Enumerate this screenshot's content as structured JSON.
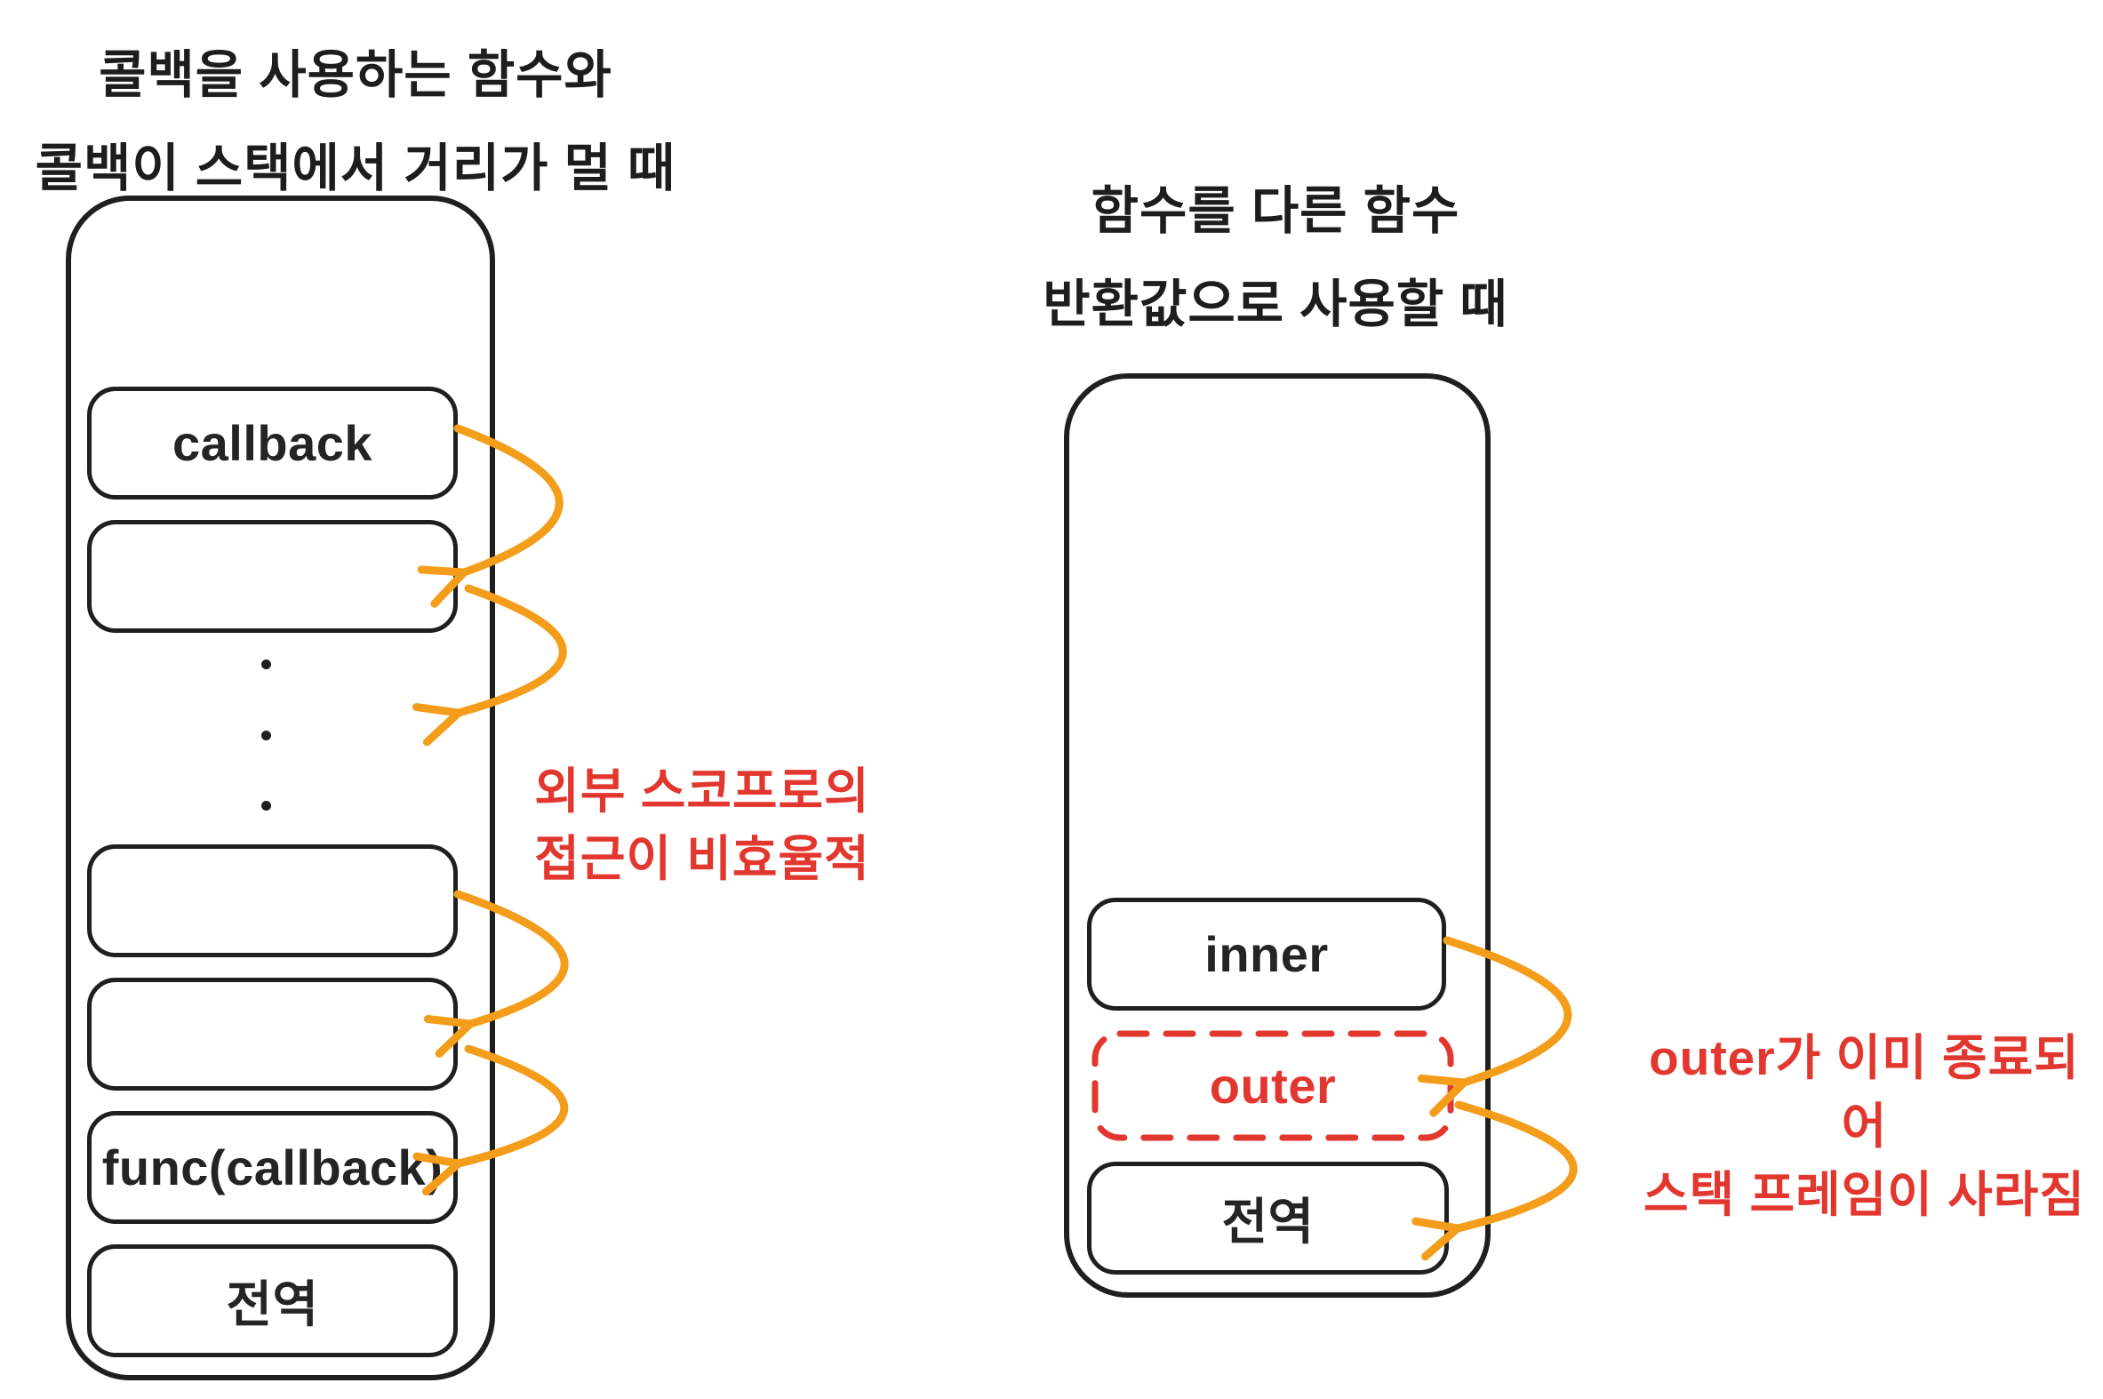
{
  "left": {
    "title_line1": "콜백을 사용하는 함수와",
    "title_line2": "콜백이 스택에서 거리가 멀 때",
    "frames": [
      {
        "id": "callback",
        "label": "callback"
      },
      {
        "id": "empty-upper",
        "label": ""
      },
      {
        "id": "empty-mid-1",
        "label": ""
      },
      {
        "id": "empty-mid-2",
        "label": ""
      },
      {
        "id": "func-callback",
        "label": "func(callback)"
      },
      {
        "id": "global",
        "label": "전역"
      }
    ],
    "ellipsis_icon": "vertical-ellipsis-icon",
    "annotation": {
      "line1": "외부 스코프로의",
      "line2": "접근이 비효율적"
    }
  },
  "right": {
    "title_line1": "함수를 다른 함수",
    "title_line2": "반환값으로 사용할 때",
    "frames": [
      {
        "id": "inner",
        "label": "inner",
        "style": "solid"
      },
      {
        "id": "outer",
        "label": "outer",
        "style": "dashed-red"
      },
      {
        "id": "global",
        "label": "전역",
        "style": "solid"
      }
    ],
    "annotation": {
      "line1": "outer가 이미 종료되어",
      "line2": "스택 프레임이 사라짐"
    }
  },
  "colors": {
    "ink": "#1f1f1f",
    "orange": "#f49d1a",
    "red": "#e2372e",
    "background": "#ffffff"
  }
}
